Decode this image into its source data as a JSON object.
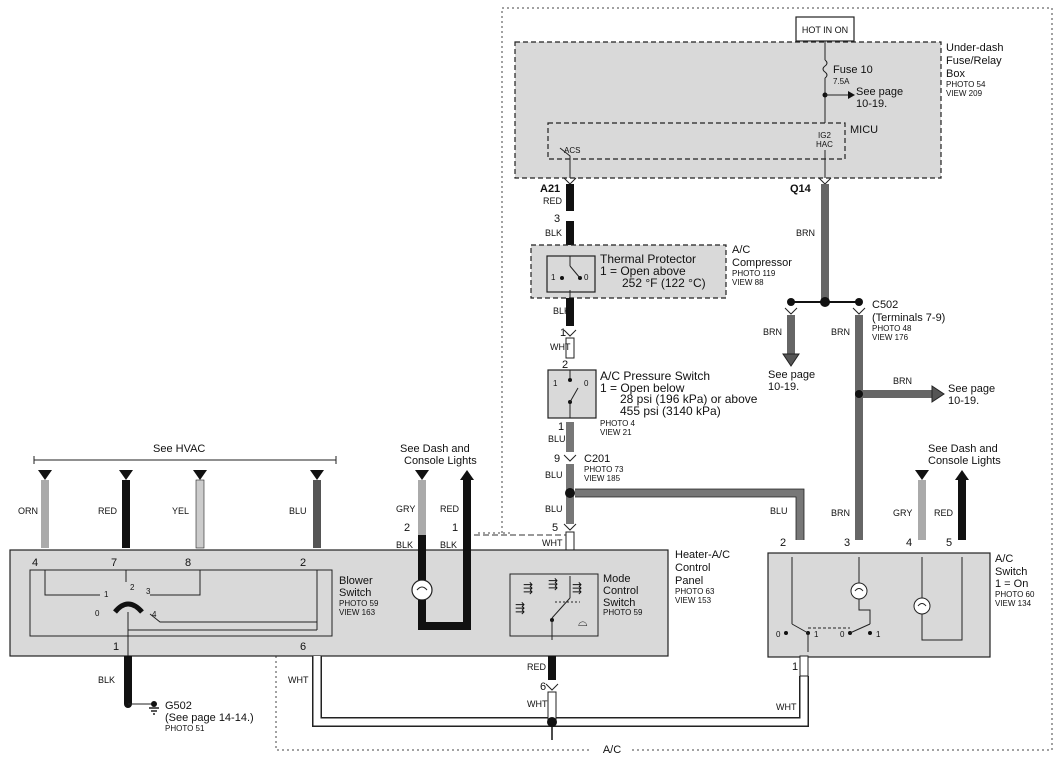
{
  "labels": {
    "hot_in_on": "HOT IN ON",
    "fuse_box": [
      "Under-dash",
      "Fuse/Relay",
      "Box"
    ],
    "fuse_box_photo": "PHOTO 54",
    "fuse_box_view": "VIEW 209",
    "fuse10": "Fuse 10",
    "fuse10_amp": "7.5A",
    "see_page_fuse": [
      "See page",
      "10-19."
    ],
    "micu": "MICU",
    "acs": "ACS",
    "ig2": "IG2",
    "hac": "HAC",
    "a21": "A21",
    "q14": "Q14",
    "compressor": [
      "A/C",
      "Compressor"
    ],
    "compressor_photo": "PHOTO 119",
    "compressor_view": "VIEW 88",
    "thermal": "Thermal Protector",
    "thermal_desc": [
      "1 = Open above",
      "252 °F (122 °C)"
    ],
    "c502": "C502",
    "c502_terms": "(Terminals 7-9)",
    "c502_photo": "PHOTO 48",
    "c502_view": "VIEW 176",
    "see_page_left": [
      "See page",
      "10-19."
    ],
    "see_page_right": [
      "See page",
      "10-19."
    ],
    "pressure": "A/C Pressure Switch",
    "pressure_desc": [
      "1 = Open below",
      "28 psi (196 kPa) or above",
      "455 psi (3140 kPa)"
    ],
    "pressure_photo": "PHOTO 4",
    "pressure_view": "VIEW 21",
    "c201": "C201",
    "c201_photo": "PHOTO 73",
    "c201_view": "VIEW 185",
    "see_hvac": "See HVAC",
    "dash_lights_1": [
      "See Dash and",
      "Console Lights"
    ],
    "dash_lights_2": [
      "See Dash and",
      "Console Lights"
    ],
    "control_panel": [
      "Heater-A/C",
      "Control",
      "Panel"
    ],
    "control_panel_photo": "PHOTO 63",
    "control_panel_view": "VIEW 153",
    "blower": [
      "Blower",
      "Switch"
    ],
    "blower_photo": "PHOTO 59",
    "blower_view": "VIEW 163",
    "mode": [
      "Mode",
      "Control",
      "Switch"
    ],
    "mode_photo": "PHOTO 59",
    "ac_switch": [
      "A/C",
      "Switch",
      "1 = On"
    ],
    "ac_switch_photo": "PHOTO 60",
    "ac_switch_view": "VIEW 134",
    "g502": "G502",
    "g502_page": "(See page 14-14.)",
    "g502_photo": "PHOTO 51",
    "ac_bottom": "A/C"
  },
  "wires": {
    "red": "RED",
    "blk": "BLK",
    "wht": "WHT",
    "blu": "BLU",
    "brn": "BRN",
    "orn": "ORN",
    "yel": "YEL",
    "gry": "GRY"
  },
  "pins": {
    "p1": "1",
    "p2": "2",
    "p3": "3",
    "p4": "4",
    "p5": "5",
    "p6": "6",
    "p7": "7",
    "p8": "8",
    "p9": "9",
    "p0": "0"
  },
  "colors": {
    "box_fill": "#d9d9d9",
    "wire_black": "#111111",
    "wire_brown": "#666666",
    "wire_gray": "#a8a8a8",
    "wire_white": "#ffffff"
  }
}
